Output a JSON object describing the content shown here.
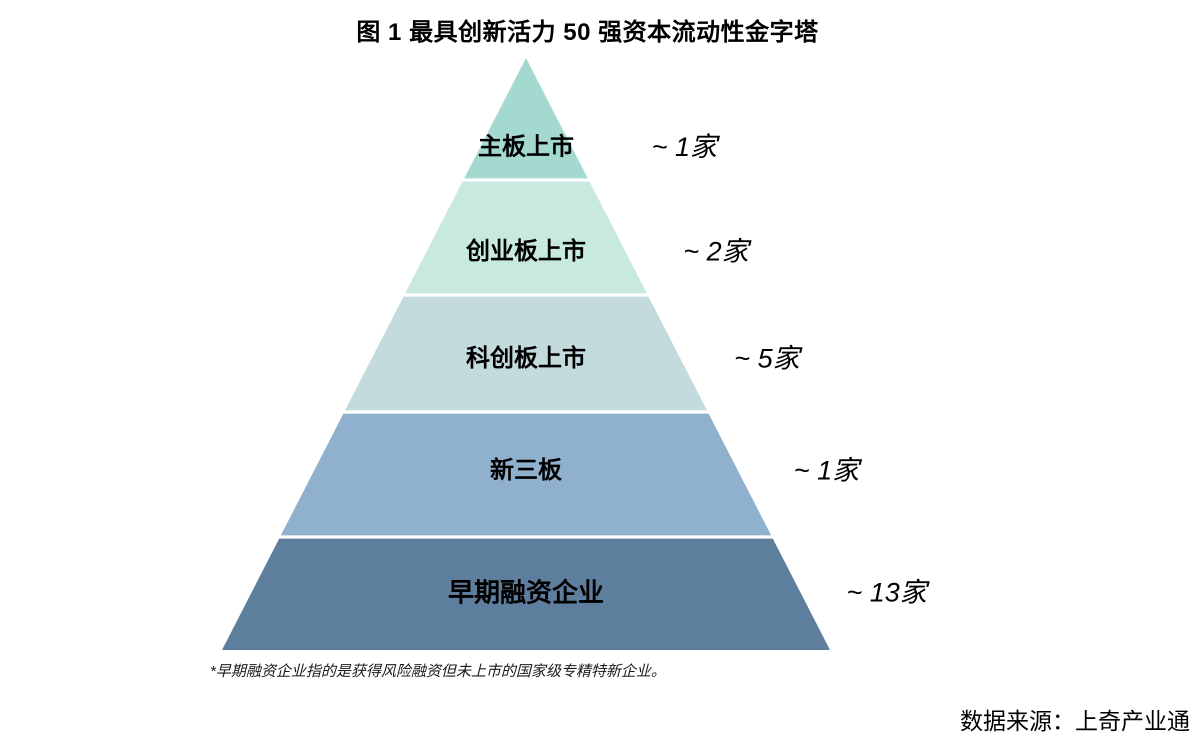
{
  "figure": {
    "title": "图 1 最具创新活力 50 强资本流动性金字塔",
    "footnote": "*早期融资企业指的是获得风险融资但未上市的国家级专精特新企业。",
    "source": "数据来源：上奇产业通"
  },
  "chart_data": {
    "type": "pyramid",
    "title": "图 1 最具创新活力 50 强资本流动性金字塔",
    "unit": "家",
    "order": "top-to-bottom",
    "legend": "none",
    "layers": [
      {
        "label": "主板上市",
        "annotation": "~ 1家",
        "value": 1,
        "color": "#a3d9cf"
      },
      {
        "label": "创业板上市",
        "annotation": "~ 2家",
        "value": 2,
        "color": "#c8e9df"
      },
      {
        "label": "科创板上市",
        "annotation": "~ 5家",
        "value": 5,
        "color": "#c4dbde"
      },
      {
        "label": "新三板",
        "annotation": "~ 1家",
        "value": 1,
        "color": "#90b1cd"
      },
      {
        "label": "早期融资企业",
        "annotation": "~ 13家",
        "value": 13,
        "color": "#5e7e9d"
      }
    ]
  }
}
